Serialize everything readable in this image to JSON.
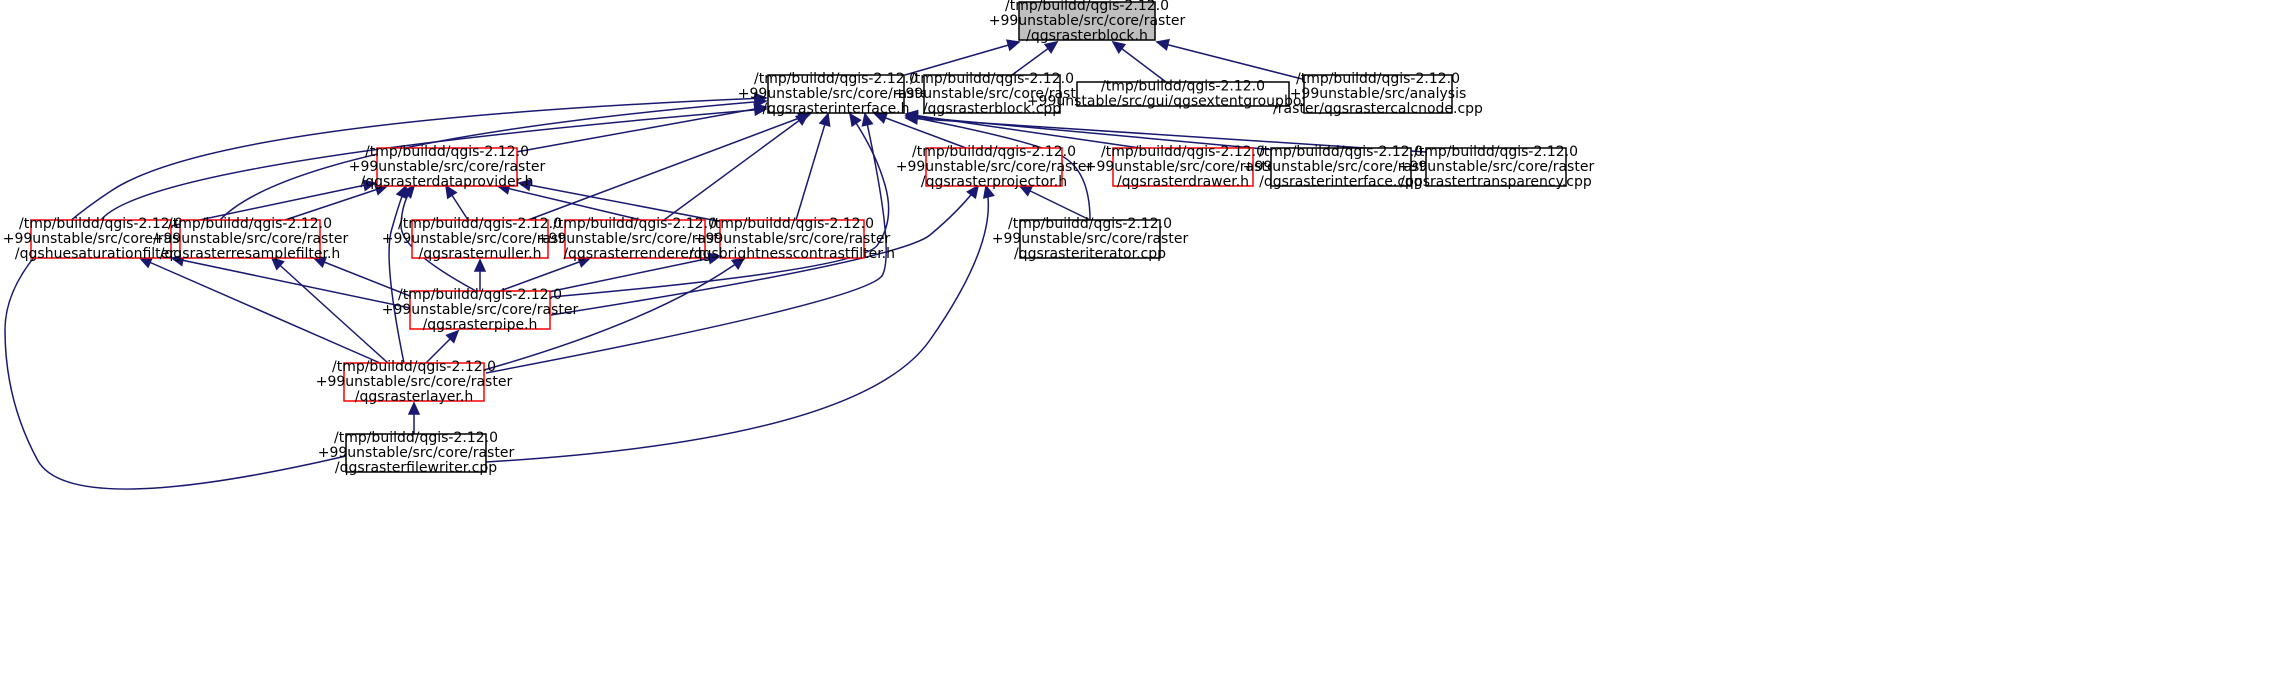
{
  "colors": {
    "edge": "#191970",
    "documented_border": "#000000",
    "undocumented_border": "#ff0000",
    "root_fill": "#bfbfbf",
    "node_fill": "#ffffff"
  },
  "nodes": {
    "rasterblock_h": {
      "lines": [
        "/tmp/buildd/qgis-2.12.0",
        "+99unstable/src/core/raster",
        "/qgsrasterblock.h"
      ],
      "style": "root"
    },
    "rasterinterface_h": {
      "lines": [
        "/tmp/buildd/qgis-2.12.0",
        "+99unstable/src/core/raster",
        "/qgsrasterinterface.h"
      ],
      "style": "documented"
    },
    "rasterblock_cpp": {
      "lines": [
        "/tmp/buildd/qgis-2.12.0",
        "+99unstable/src/core/raster",
        "/qgsrasterblock.cpp"
      ],
      "style": "documented"
    },
    "extentgroupbox_cpp": {
      "lines": [
        "/tmp/buildd/qgis-2.12.0",
        "+99unstable/src/gui/qgsextentgroupbox.cpp"
      ],
      "style": "documented"
    },
    "rastercalcnode_cpp": {
      "lines": [
        "/tmp/buildd/qgis-2.12.0",
        "+99unstable/src/analysis",
        "/raster/qgsrastercalcnode.cpp"
      ],
      "style": "documented"
    },
    "rasterdataprovider_h": {
      "lines": [
        "/tmp/buildd/qgis-2.12.0",
        "+99unstable/src/core/raster",
        "/qgsrasterdataprovider.h"
      ],
      "style": "undocumented"
    },
    "rasterprojector_h": {
      "lines": [
        "/tmp/buildd/qgis-2.12.0",
        "+99unstable/src/core/raster",
        "/qgsrasterprojector.h"
      ],
      "style": "undocumented"
    },
    "rasterdrawer_h": {
      "lines": [
        "/tmp/buildd/qgis-2.12.0",
        "+99unstable/src/core/raster",
        "/qgsrasterdrawer.h"
      ],
      "style": "undocumented"
    },
    "rasterinterface_cpp": {
      "lines": [
        "/tmp/buildd/qgis-2.12.0",
        "+99unstable/src/core/raster",
        "/qgsrasterinterface.cpp"
      ],
      "style": "documented"
    },
    "rastertransparency_cpp": {
      "lines": [
        "/tmp/buildd/qgis-2.12.0",
        "+99unstable/src/core/raster",
        "/qgsrastertransparency.cpp"
      ],
      "style": "documented"
    },
    "huesaturationfilter_h": {
      "lines": [
        "/tmp/buildd/qgis-2.12.0",
        "+99unstable/src/core/raster",
        "/qgshuesaturationfilter.h"
      ],
      "style": "undocumented"
    },
    "rasterresamplefilter_h": {
      "lines": [
        "/tmp/buildd/qgis-2.12.0",
        "+99unstable/src/core/raster",
        "/qgsrasterresamplefilter.h"
      ],
      "style": "undocumented"
    },
    "rasternuller_h": {
      "lines": [
        "/tmp/buildd/qgis-2.12.0",
        "+99unstable/src/core/raster",
        "/qgsrasternuller.h"
      ],
      "style": "undocumented"
    },
    "rasterrenderer_h": {
      "lines": [
        "/tmp/buildd/qgis-2.12.0",
        "+99unstable/src/core/raster",
        "/qgsrasterrenderer.h"
      ],
      "style": "undocumented"
    },
    "brightnesscontrastfilter_h": {
      "lines": [
        "/tmp/buildd/qgis-2.12.0",
        "+99unstable/src/core/raster",
        "/qgsbrightnesscontrastfilter.h"
      ],
      "style": "undocumented"
    },
    "rasteriterator_cpp": {
      "lines": [
        "/tmp/buildd/qgis-2.12.0",
        "+99unstable/src/core/raster",
        "/qgsrasteriterator.cpp"
      ],
      "style": "documented"
    },
    "rasterpipe_h": {
      "lines": [
        "/tmp/buildd/qgis-2.12.0",
        "+99unstable/src/core/raster",
        "/qgsrasterpipe.h"
      ],
      "style": "undocumented"
    },
    "rasterlayer_h": {
      "lines": [
        "/tmp/buildd/qgis-2.12.0",
        "+99unstable/src/core/raster",
        "/qgsrasterlayer.h"
      ],
      "style": "undocumented"
    },
    "rasterfilewriter_cpp": {
      "lines": [
        "/tmp/buildd/qgis-2.12.0",
        "+99unstable/src/core/raster",
        "/qgsrasterfilewriter.cpp"
      ],
      "style": "documented"
    }
  },
  "edges": [
    [
      "rasterinterface_h",
      "rasterblock_h"
    ],
    [
      "rasterblock_cpp",
      "rasterblock_h"
    ],
    [
      "extentgroupbox_cpp",
      "rasterblock_h"
    ],
    [
      "rastercalcnode_cpp",
      "rasterblock_h"
    ],
    [
      "rasterdataprovider_h",
      "rasterinterface_h"
    ],
    [
      "rasterprojector_h",
      "rasterinterface_h"
    ],
    [
      "rasterdrawer_h",
      "rasterinterface_h"
    ],
    [
      "rasterinterface_cpp",
      "rasterinterface_h"
    ],
    [
      "rastertransparency_cpp",
      "rasterinterface_h"
    ],
    [
      "huesaturationfilter_h",
      "rasterinterface_h"
    ],
    [
      "rasterresamplefilter_h",
      "rasterinterface_h"
    ],
    [
      "rasternuller_h",
      "rasterinterface_h"
    ],
    [
      "rasterrenderer_h",
      "rasterinterface_h"
    ],
    [
      "brightnesscontrastfilter_h",
      "rasterinterface_h"
    ],
    [
      "rasteriterator_cpp",
      "rasterinterface_h"
    ],
    [
      "rasterpipe_h",
      "rasterinterface_h"
    ],
    [
      "rasterlayer_h",
      "rasterinterface_h"
    ],
    [
      "rasterfilewriter_cpp",
      "rasterinterface_h"
    ],
    [
      "huesaturationfilter_h",
      "rasterdataprovider_h"
    ],
    [
      "rasterresamplefilter_h",
      "rasterdataprovider_h"
    ],
    [
      "rasternuller_h",
      "rasterdataprovider_h"
    ],
    [
      "rasterrenderer_h",
      "rasterdataprovider_h"
    ],
    [
      "brightnesscontrastfilter_h",
      "rasterdataprovider_h"
    ],
    [
      "rasterpipe_h",
      "rasterdataprovider_h"
    ],
    [
      "rasterlayer_h",
      "rasterdataprovider_h"
    ],
    [
      "rasteriterator_cpp",
      "rasterprojector_h"
    ],
    [
      "rasterpipe_h",
      "rasterprojector_h"
    ],
    [
      "rasterfilewriter_cpp",
      "rasterprojector_h"
    ],
    [
      "rasterpipe_h",
      "huesaturationfilter_h"
    ],
    [
      "rasterlayer_h",
      "huesaturationfilter_h"
    ],
    [
      "rasterpipe_h",
      "rasterresamplefilter_h"
    ],
    [
      "rasterlayer_h",
      "rasterresamplefilter_h"
    ],
    [
      "rasterpipe_h",
      "rasternuller_h"
    ],
    [
      "rasterpipe_h",
      "rasterrenderer_h"
    ],
    [
      "rasterpipe_h",
      "brightnesscontrastfilter_h"
    ],
    [
      "rasterlayer_h",
      "brightnesscontrastfilter_h"
    ],
    [
      "rasterlayer_h",
      "rasterpipe_h"
    ],
    [
      "rasterfilewriter_cpp",
      "rasterlayer_h"
    ]
  ]
}
